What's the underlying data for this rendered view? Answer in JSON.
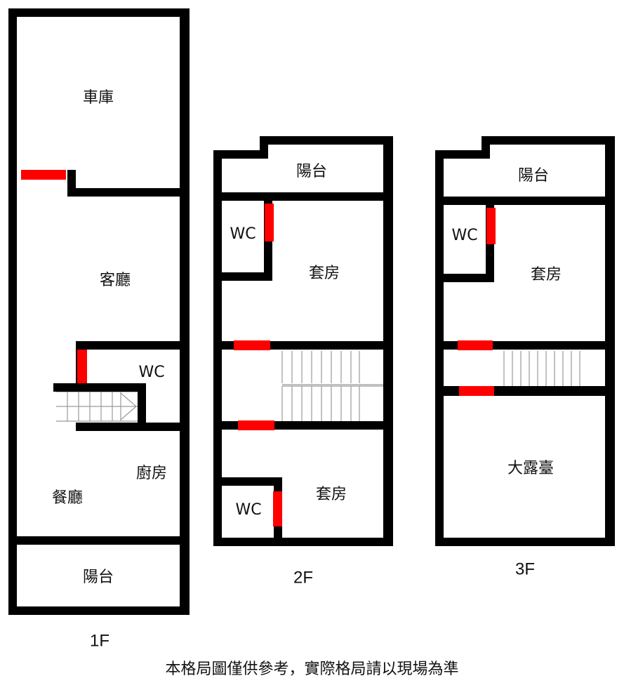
{
  "floors": {
    "f1": {
      "label": "1F",
      "rooms": {
        "garage": "車庫",
        "living": "客廳",
        "wc": "WC",
        "kitchen": "廚房",
        "dining": "餐廳",
        "balcony": "陽台"
      }
    },
    "f2": {
      "label": "2F",
      "rooms": {
        "balcony": "陽台",
        "wc_upper": "WC",
        "suite_upper": "套房",
        "wc_lower": "WC",
        "suite_lower": "套房"
      }
    },
    "f3": {
      "label": "3F",
      "rooms": {
        "balcony": "陽台",
        "wc": "WC",
        "suite": "套房",
        "terrace": "大露臺"
      }
    }
  },
  "note": "本格局圖僅供參考，實際格局請以現場為準",
  "colors": {
    "wall": "#000000",
    "door": "#ff0000",
    "stair_line": "#9a9a9a",
    "background": "#ffffff"
  }
}
